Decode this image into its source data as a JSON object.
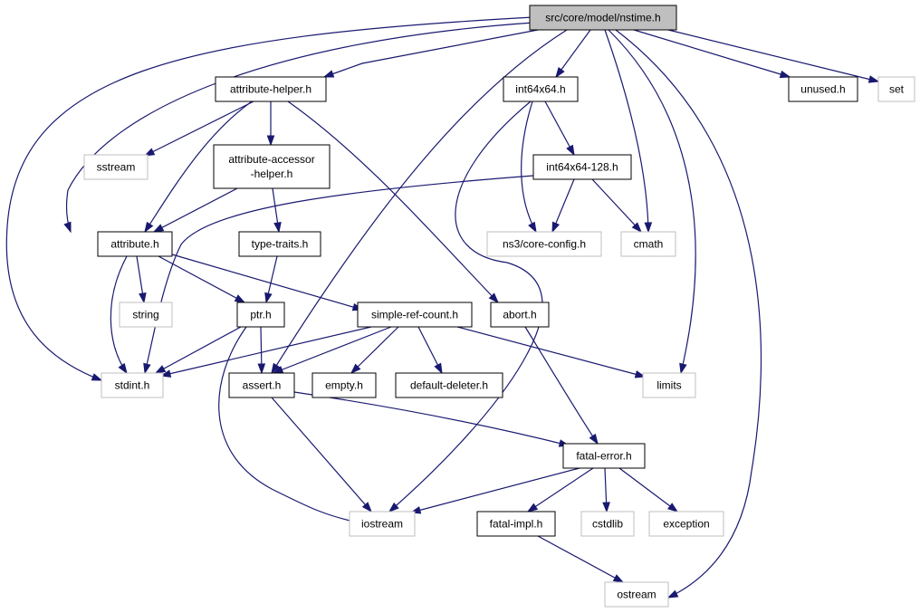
{
  "diagram": {
    "nodes": [
      {
        "id": "nstime",
        "kind": "root",
        "lines": [
          "src/core/model/nstime.h"
        ]
      },
      {
        "id": "attribute_helper",
        "kind": "doc",
        "lines": [
          "attribute-helper.h"
        ]
      },
      {
        "id": "int64x64",
        "kind": "doc",
        "lines": [
          "int64x64.h"
        ]
      },
      {
        "id": "unused",
        "kind": "doc",
        "lines": [
          "unused.h"
        ]
      },
      {
        "id": "set",
        "kind": "ext",
        "lines": [
          "set"
        ]
      },
      {
        "id": "sstream",
        "kind": "ext",
        "lines": [
          "sstream"
        ]
      },
      {
        "id": "attribute_accessor_helper",
        "kind": "doc",
        "lines": [
          "attribute-accessor",
          "-helper.h"
        ]
      },
      {
        "id": "int64x64_128",
        "kind": "doc",
        "lines": [
          "int64x64-128.h"
        ]
      },
      {
        "id": "attribute",
        "kind": "doc",
        "lines": [
          "attribute.h"
        ]
      },
      {
        "id": "type_traits",
        "kind": "doc",
        "lines": [
          "type-traits.h"
        ]
      },
      {
        "id": "core_config",
        "kind": "ext",
        "lines": [
          "ns3/core-config.h"
        ]
      },
      {
        "id": "cmath",
        "kind": "ext",
        "lines": [
          "cmath"
        ]
      },
      {
        "id": "string",
        "kind": "ext",
        "lines": [
          "string"
        ]
      },
      {
        "id": "ptr",
        "kind": "doc",
        "lines": [
          "ptr.h"
        ]
      },
      {
        "id": "simple_ref_count",
        "kind": "doc",
        "lines": [
          "simple-ref-count.h"
        ]
      },
      {
        "id": "abort",
        "kind": "doc",
        "lines": [
          "abort.h"
        ]
      },
      {
        "id": "stdint",
        "kind": "ext",
        "lines": [
          "stdint.h"
        ]
      },
      {
        "id": "assert",
        "kind": "doc",
        "lines": [
          "assert.h"
        ]
      },
      {
        "id": "empty",
        "kind": "doc",
        "lines": [
          "empty.h"
        ]
      },
      {
        "id": "default_deleter",
        "kind": "doc",
        "lines": [
          "default-deleter.h"
        ]
      },
      {
        "id": "limits",
        "kind": "ext",
        "lines": [
          "limits"
        ]
      },
      {
        "id": "fatal_error",
        "kind": "doc",
        "lines": [
          "fatal-error.h"
        ]
      },
      {
        "id": "iostream",
        "kind": "ext",
        "lines": [
          "iostream"
        ]
      },
      {
        "id": "fatal_impl",
        "kind": "doc",
        "lines": [
          "fatal-impl.h"
        ]
      },
      {
        "id": "cstdlib",
        "kind": "ext",
        "lines": [
          "cstdlib"
        ]
      },
      {
        "id": "exception",
        "kind": "ext",
        "lines": [
          "exception"
        ]
      },
      {
        "id": "ostream",
        "kind": "ext",
        "lines": [
          "ostream"
        ]
      }
    ],
    "edges": [
      {
        "from": "nstime",
        "to": "attribute_helper"
      },
      {
        "from": "nstime",
        "to": "int64x64"
      },
      {
        "from": "nstime",
        "to": "unused"
      },
      {
        "from": "nstime",
        "to": "set"
      },
      {
        "from": "nstime",
        "to": "stdint"
      },
      {
        "from": "nstime",
        "to": "attribute"
      },
      {
        "from": "nstime",
        "to": "assert"
      },
      {
        "from": "nstime",
        "to": "cmath"
      },
      {
        "from": "nstime",
        "to": "limits"
      },
      {
        "from": "nstime",
        "to": "ostream"
      },
      {
        "from": "attribute_helper",
        "to": "sstream"
      },
      {
        "from": "attribute_helper",
        "to": "attribute_accessor_helper"
      },
      {
        "from": "attribute_helper",
        "to": "attribute"
      },
      {
        "from": "attribute_helper",
        "to": "abort"
      },
      {
        "from": "attribute_accessor_helper",
        "to": "attribute"
      },
      {
        "from": "attribute_accessor_helper",
        "to": "type_traits"
      },
      {
        "from": "int64x64",
        "to": "int64x64_128"
      },
      {
        "from": "int64x64",
        "to": "core_config"
      },
      {
        "from": "int64x64",
        "to": "iostream"
      },
      {
        "from": "int64x64_128",
        "to": "core_config"
      },
      {
        "from": "int64x64_128",
        "to": "cmath"
      },
      {
        "from": "int64x64_128",
        "to": "stdint"
      },
      {
        "from": "attribute",
        "to": "string"
      },
      {
        "from": "attribute",
        "to": "stdint"
      },
      {
        "from": "attribute",
        "to": "ptr"
      },
      {
        "from": "attribute",
        "to": "simple_ref_count"
      },
      {
        "from": "type_traits",
        "to": "ptr"
      },
      {
        "from": "ptr",
        "to": "stdint"
      },
      {
        "from": "ptr",
        "to": "assert"
      },
      {
        "from": "ptr",
        "to": "iostream"
      },
      {
        "from": "simple_ref_count",
        "to": "stdint"
      },
      {
        "from": "simple_ref_count",
        "to": "assert"
      },
      {
        "from": "simple_ref_count",
        "to": "empty"
      },
      {
        "from": "simple_ref_count",
        "to": "default_deleter"
      },
      {
        "from": "simple_ref_count",
        "to": "limits"
      },
      {
        "from": "abort",
        "to": "fatal_error"
      },
      {
        "from": "assert",
        "to": "fatal_error"
      },
      {
        "from": "assert",
        "to": "iostream"
      },
      {
        "from": "fatal_error",
        "to": "iostream"
      },
      {
        "from": "fatal_error",
        "to": "fatal_impl"
      },
      {
        "from": "fatal_error",
        "to": "cstdlib"
      },
      {
        "from": "fatal_error",
        "to": "exception"
      },
      {
        "from": "fatal_impl",
        "to": "ostream"
      }
    ]
  }
}
